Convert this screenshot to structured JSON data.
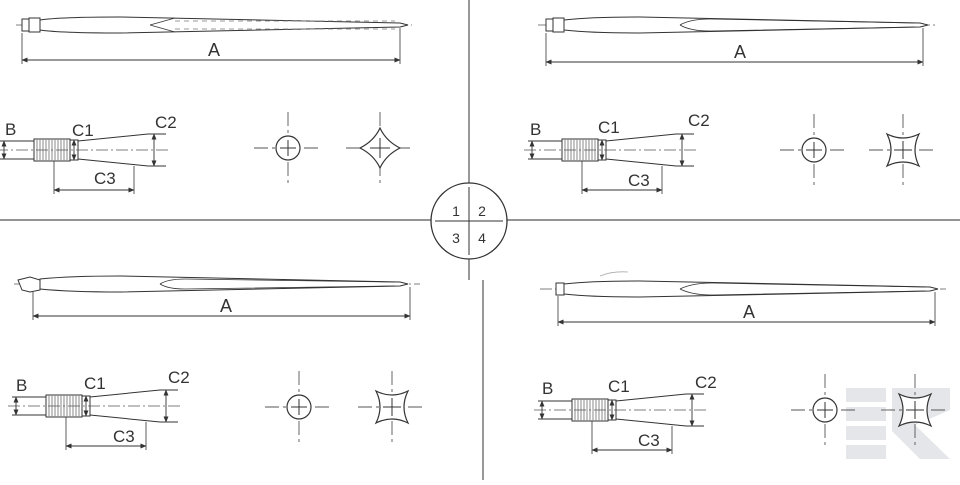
{
  "quadrants": [
    {
      "id": "1",
      "dim_a": "A",
      "dim_b": "B",
      "dim_c1": "C1",
      "dim_c2": "C2",
      "dim_c3": "C3",
      "profile": "star-cross-section"
    },
    {
      "id": "2",
      "dim_a": "A",
      "dim_b": "B",
      "dim_c1": "C1",
      "dim_c2": "C2",
      "dim_c3": "C3",
      "profile": "square-concave-cross-section"
    },
    {
      "id": "3",
      "dim_a": "A",
      "dim_b": "B",
      "dim_c1": "C1",
      "dim_c2": "C2",
      "dim_c3": "C3",
      "profile": "square-concave-cross-section"
    },
    {
      "id": "4",
      "dim_a": "A",
      "dim_b": "B",
      "dim_c1": "C1",
      "dim_c2": "C2",
      "dim_c3": "C3",
      "profile": "square-concave-cross-section"
    }
  ],
  "key": {
    "n1": "1",
    "n2": "2",
    "n3": "3",
    "n4": "4"
  },
  "colors": {
    "line": "#333333",
    "dash": "#555555",
    "thread": "#888888",
    "watermark": "#e4e6ea"
  }
}
